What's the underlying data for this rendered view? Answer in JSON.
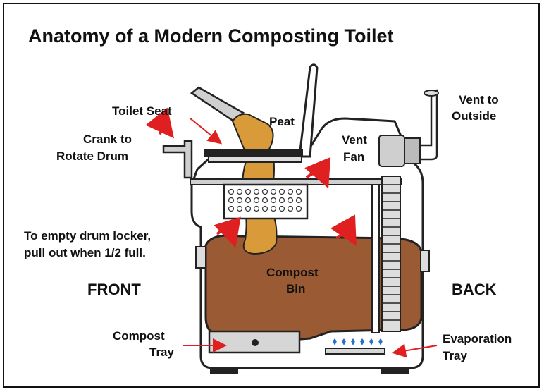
{
  "title": "Anatomy of a Modern Composting Toilet",
  "labels": {
    "toilet_seat": "Toilet Seat",
    "peat": "Peat",
    "crank_line1": "Crank to",
    "crank_line2": "Rotate Drum",
    "vent_fan_line1": "Vent",
    "vent_fan_line2": "Fan",
    "vent_outside_line1": "Vent to",
    "vent_outside_line2": "Outside",
    "drum_locker_line1": "To empty drum locker,",
    "drum_locker_line2": "pull out when 1/2 full.",
    "compost_bin_line1": "Compost",
    "compost_bin_line2": "Bin",
    "front": "FRONT",
    "back": "BACK",
    "compost_tray_line1": "Compost",
    "compost_tray_line2": "Tray",
    "evap_tray_line1": "Evaporation",
    "evap_tray_line2": "Tray"
  },
  "colors": {
    "compost": "#9a5a33",
    "peat": "#d99a3a",
    "arrow": "#e02020",
    "housing": "#ffffff",
    "metal": "#cccccc",
    "droplet": "#2a6fc9"
  }
}
